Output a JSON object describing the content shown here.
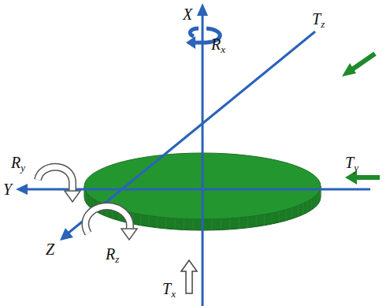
{
  "diagram": {
    "labels": [
      "X",
      "Rx",
      "Tz",
      "Y",
      "Ry",
      "Ty",
      "Z",
      "Rz",
      "Tx"
    ]
  }
}
